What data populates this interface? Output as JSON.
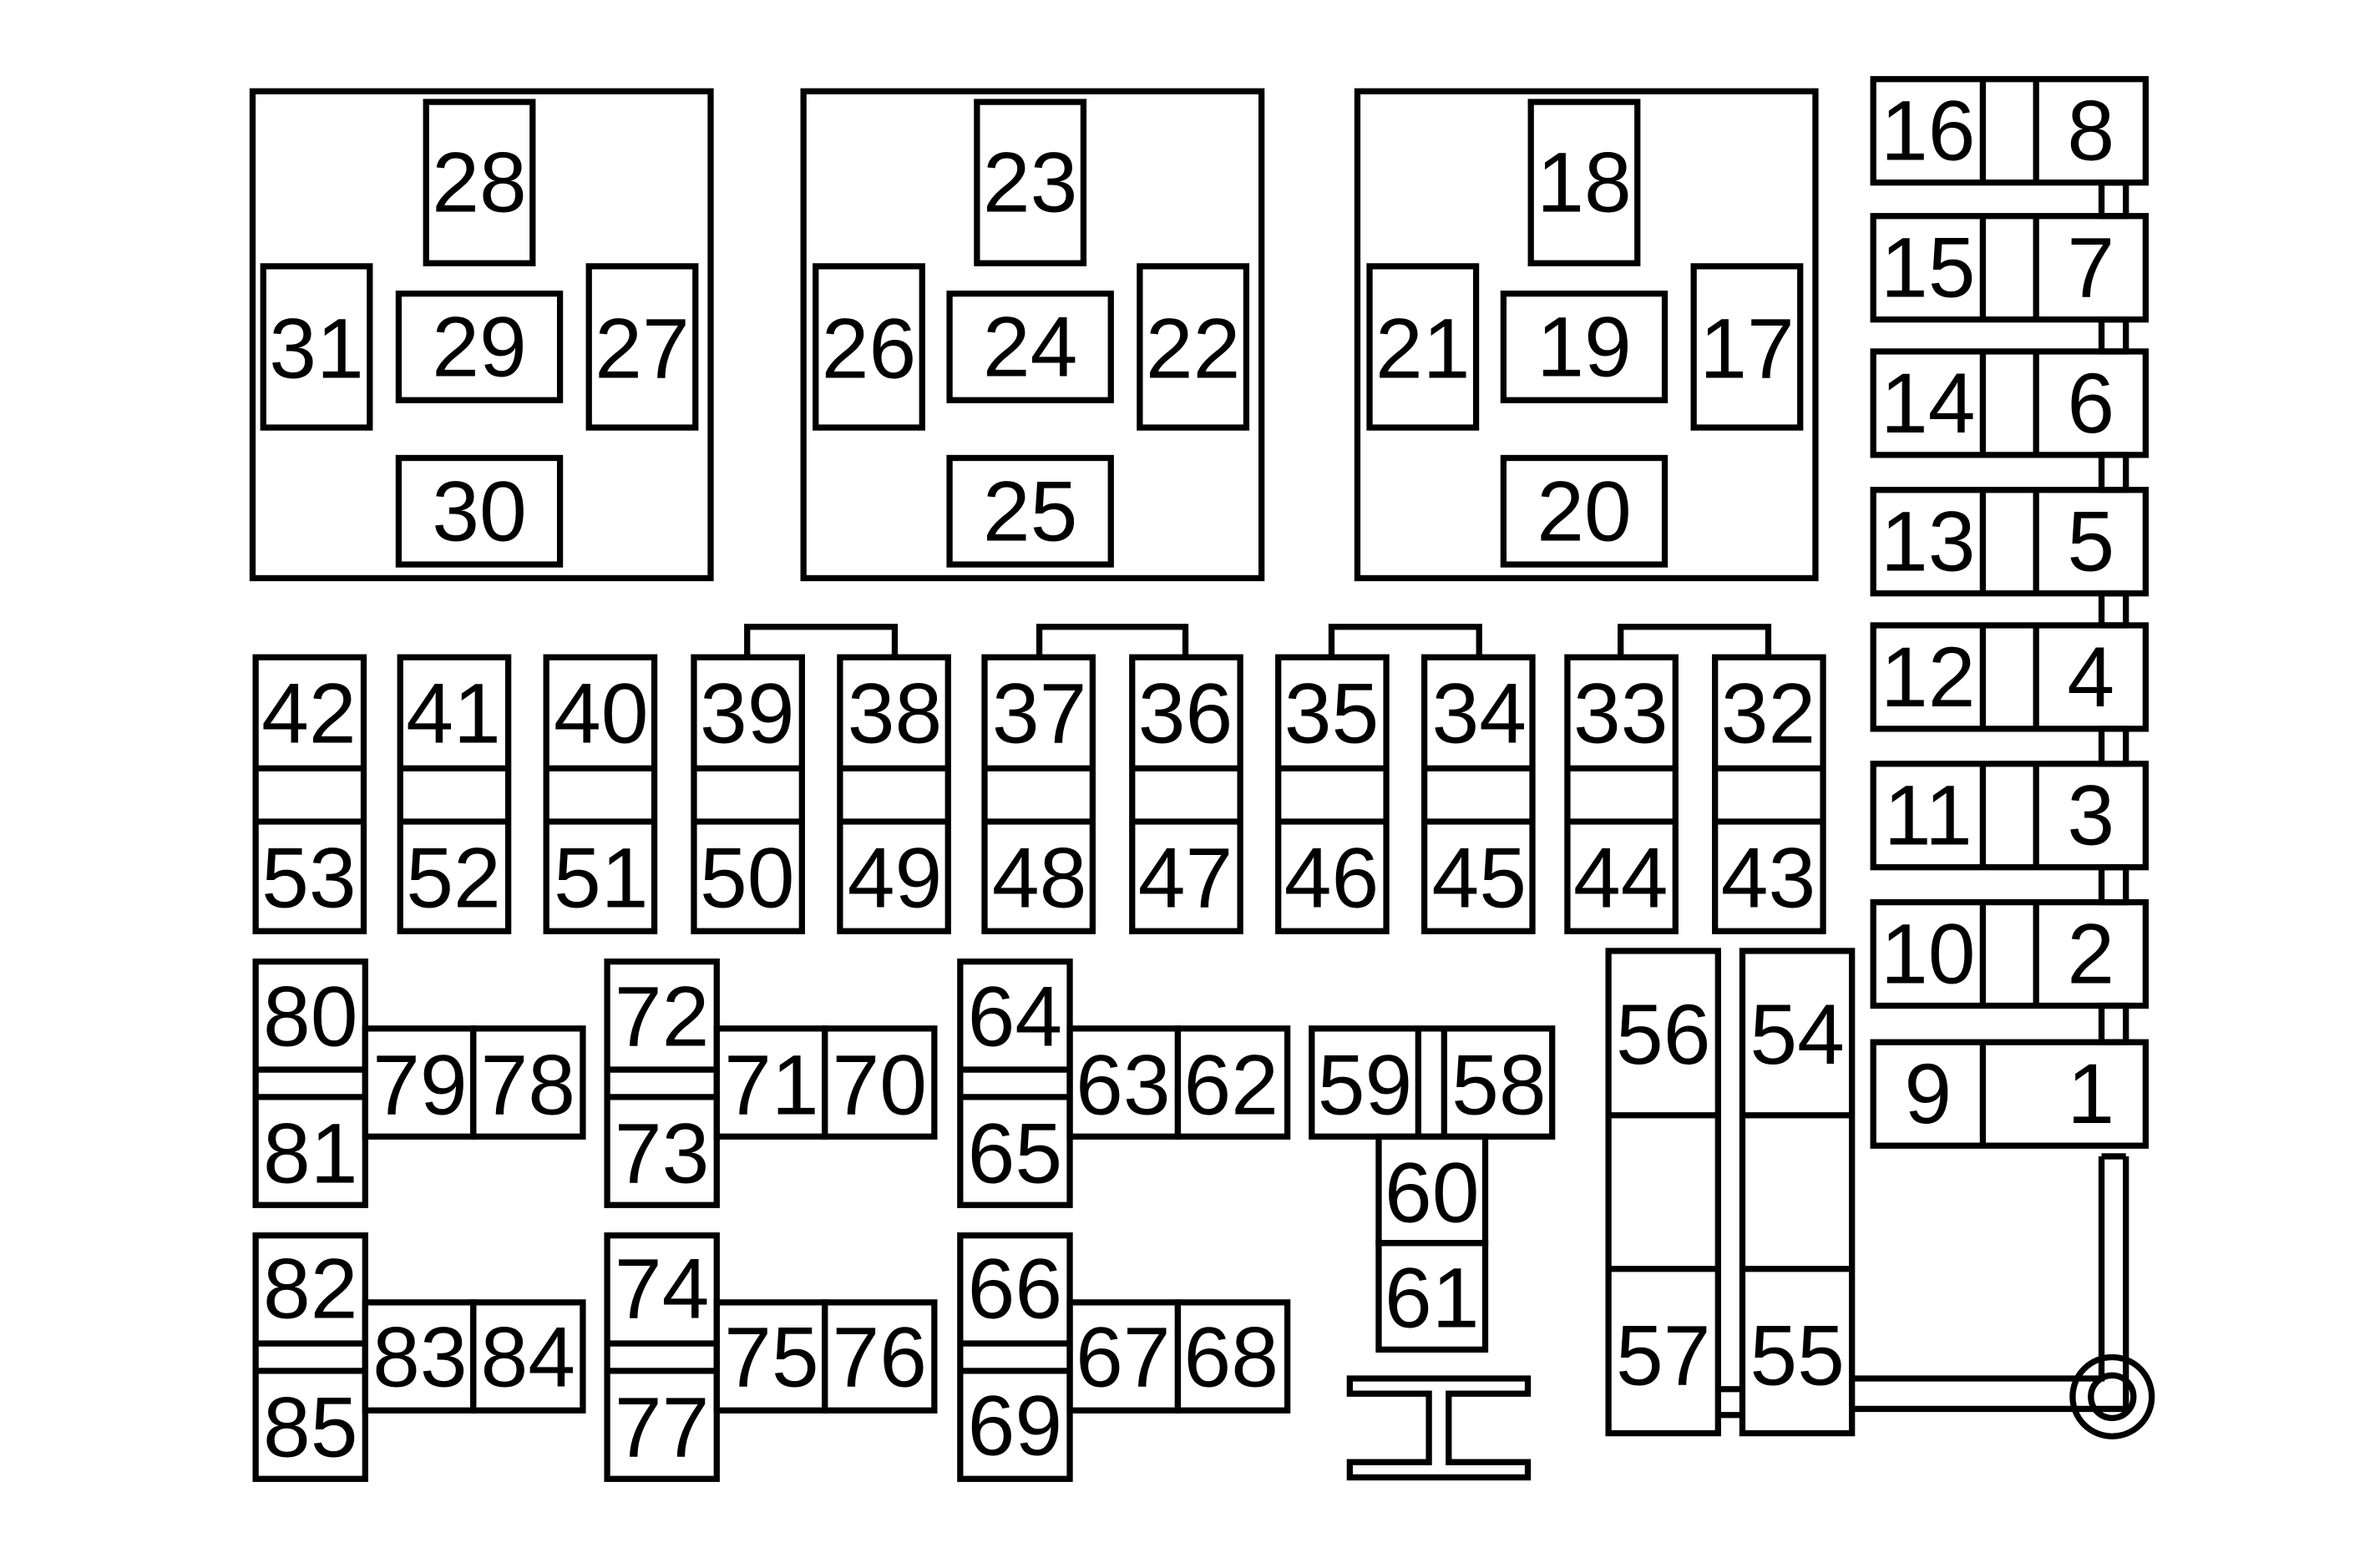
{
  "diagram": {
    "relay_groups": [
      {
        "top": "28",
        "left": "31",
        "center": "29",
        "right": "27",
        "bottom": "30"
      },
      {
        "top": "23",
        "left": "26",
        "center": "24",
        "right": "22",
        "bottom": "25"
      },
      {
        "top": "18",
        "left": "21",
        "center": "19",
        "right": "17",
        "bottom": "20"
      }
    ],
    "right_column": [
      {
        "left": "16",
        "right": "8"
      },
      {
        "left": "15",
        "right": "7"
      },
      {
        "left": "14",
        "right": "6"
      },
      {
        "left": "13",
        "right": "5"
      },
      {
        "left": "12",
        "right": "4"
      },
      {
        "left": "11",
        "right": "3"
      },
      {
        "left": "10",
        "right": "2"
      },
      {
        "left": "9",
        "right": "1"
      }
    ],
    "pairs": [
      {
        "top": "42",
        "bottom": "53"
      },
      {
        "top": "41",
        "bottom": "52"
      },
      {
        "top": "40",
        "bottom": "51"
      },
      {
        "top": "39",
        "bottom": "50"
      },
      {
        "top": "38",
        "bottom": "49"
      },
      {
        "top": "37",
        "bottom": "48"
      },
      {
        "top": "36",
        "bottom": "47"
      },
      {
        "top": "35",
        "bottom": "46"
      },
      {
        "top": "34",
        "bottom": "45"
      },
      {
        "top": "33",
        "bottom": "44"
      },
      {
        "top": "32",
        "bottom": "43"
      }
    ],
    "clusters": [
      {
        "top": "80",
        "bottom": "81",
        "mid": "79",
        "right": "78"
      },
      {
        "top": "72",
        "bottom": "73",
        "mid": "71",
        "right": "70"
      },
      {
        "top": "64",
        "bottom": "65",
        "mid": "63",
        "right": "62"
      },
      {
        "top": "82",
        "bottom": "85",
        "mid": "83",
        "right": "84"
      },
      {
        "top": "74",
        "bottom": "77",
        "mid": "75",
        "right": "76"
      },
      {
        "top": "66",
        "bottom": "69",
        "mid": "67",
        "right": "68"
      }
    ],
    "fork": {
      "left": "59",
      "right": "58",
      "upper": "60",
      "lower": "61"
    },
    "tall_blocks": [
      {
        "top": "56",
        "bottom": "57"
      },
      {
        "top": "54",
        "bottom": "55"
      }
    ]
  }
}
